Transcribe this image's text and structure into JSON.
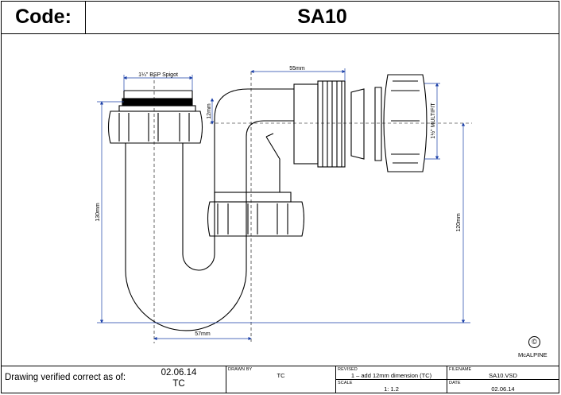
{
  "header": {
    "code_label": "Code:",
    "part_number": "SA10"
  },
  "drawing": {
    "dimensions": {
      "bsp_spigot": "1¼\" BSP Spigot",
      "top_width": "55mm",
      "offset": "12mm",
      "multifit": "1½\" MULTIFIT",
      "height_left": "130mm",
      "height_right": "120mm",
      "bottom_width": "57mm"
    },
    "copyright_symbol": "©",
    "brand": "McALPINE"
  },
  "footer": {
    "verified_label": "Drawing verified  correct as of:",
    "verified_date": "02.06.14",
    "verified_by": "TC",
    "drawn_by_label": "DRAWN BY",
    "drawn_by": "TC",
    "revised_label": "REVISED",
    "revised": "1 – add 12mm dimension (TC)",
    "scale_label": "SCALE",
    "scale": "1: 1.2",
    "filename_label": "FILENAME",
    "filename": "SA10.VSD",
    "date_label": "DATE",
    "date": "02.06.14"
  }
}
